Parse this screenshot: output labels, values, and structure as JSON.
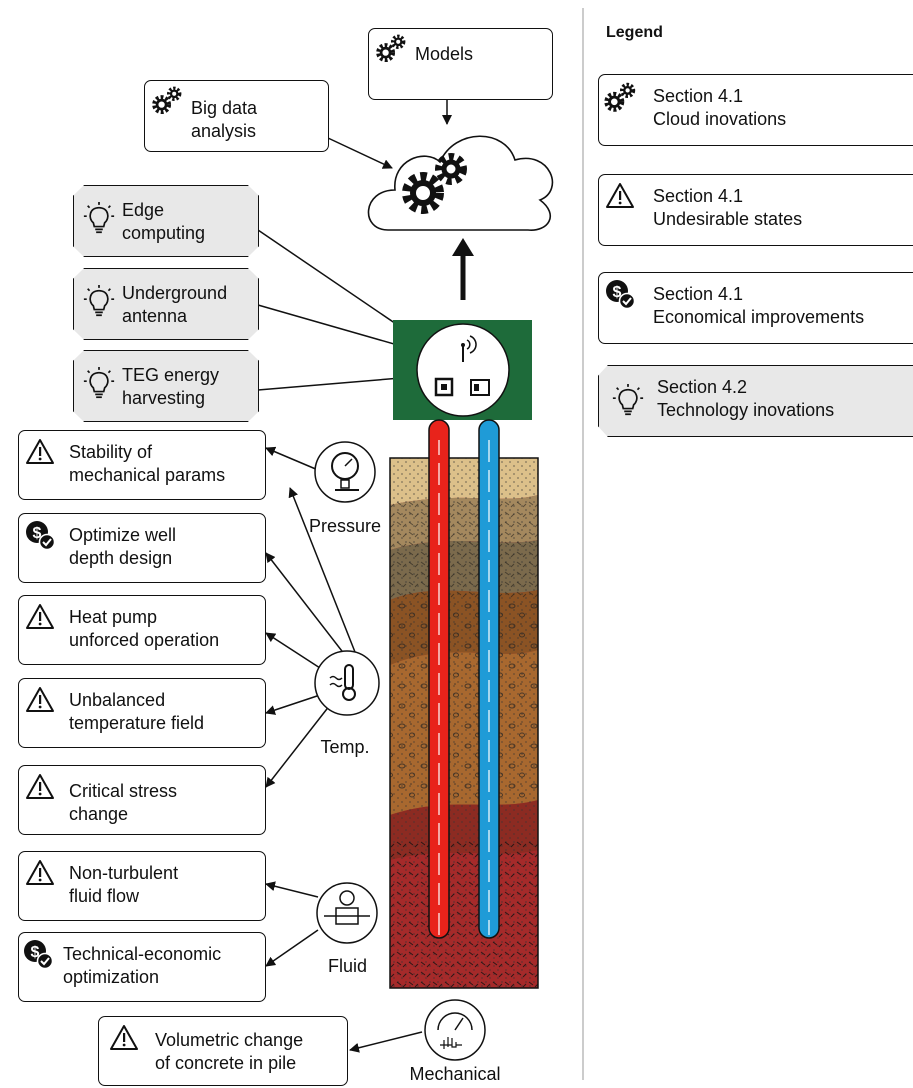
{
  "top": {
    "models": "Models",
    "big_data": "Big data\nanalysis"
  },
  "tech": [
    {
      "text": "Edge\ncomputing"
    },
    {
      "text": "Underground\nantenna"
    },
    {
      "text": "TEG energy\nharvesting"
    }
  ],
  "left_boxes": [
    {
      "icon": "warning",
      "text": "Stability of\nmechanical params"
    },
    {
      "icon": "economy",
      "text": "Optimize well\ndepth design"
    },
    {
      "icon": "warning",
      "text": "Heat pump\nunforced operation"
    },
    {
      "icon": "warning",
      "text": "Unbalanced\ntemperature field"
    },
    {
      "icon": "warning",
      "text": "Critical stress\nchange"
    },
    {
      "icon": "warning",
      "text": "Non-turbulent\nfluid flow"
    },
    {
      "icon": "economy",
      "text": "Technical-economic\noptimization"
    }
  ],
  "bottom_box": {
    "icon": "warning",
    "text": "Volumetric change\nof concrete in pile"
  },
  "sensors": {
    "pressure": "Pressure",
    "temp": "Temp.",
    "fluid": "Fluid",
    "mechanical": "Mechanical"
  },
  "legend": {
    "title": "Legend",
    "items": [
      {
        "icon": "gear",
        "text": "Section 4.1\nCloud inovations"
      },
      {
        "icon": "warning",
        "text": "Section 4.1\nUndesirable states"
      },
      {
        "icon": "economy",
        "text": "Section 4.1\nEconomical improvements"
      },
      {
        "icon": "bulb",
        "text": "Section 4.2\nTechnology inovations"
      }
    ]
  },
  "colors": {
    "hub": "#1e6b3a",
    "hot_pipe": "#e8231b",
    "cold_pipe": "#1f9bd7",
    "panel_grey": "#e8e8e8"
  }
}
